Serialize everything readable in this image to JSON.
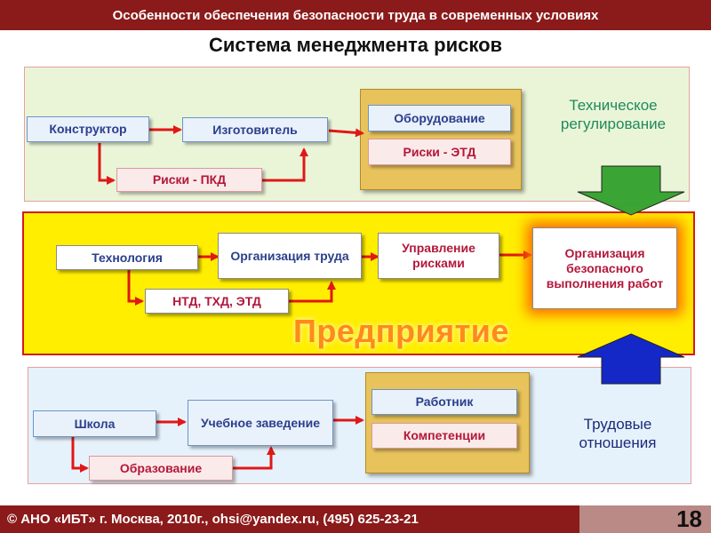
{
  "header": {
    "title": "Особенности обеспечения безопасности труда в современных условиях"
  },
  "subtitle": "Система менеджмента рисков",
  "top_section": {
    "constructor": "Конструктор",
    "manufacturer": "Изготовитель",
    "risks_pkd": "Риски  - ПКД",
    "equipment": "Оборудование",
    "risks_etd": "Риски - ЭТД",
    "side_label": "Техническое регулирование"
  },
  "middle_section": {
    "technology": "Технология",
    "labor_org": "Организация труда",
    "ntd": "НТД, ТХД, ЭТД",
    "risk_mgmt": "Управление рисками",
    "safe_org": "Организация безопасного выполнения работ",
    "enterprise": "Предприятие"
  },
  "bottom_section": {
    "school": "Школа",
    "education_inst": "Учебное заведение",
    "education": "Образование",
    "worker": "Работник",
    "competencies": "Компетенции",
    "side_label": "Трудовые отношения"
  },
  "footer": {
    "text": "© АНО «ИБТ»  г. Москва,  2010г., ohsi@yandex.ru, (495) 625-23-21",
    "page": "18"
  },
  "colors": {
    "header_bg": "#8b1a1a",
    "green_arrow": "#3aa534",
    "blue_arrow": "#1428c8",
    "connector": "#e01818"
  }
}
